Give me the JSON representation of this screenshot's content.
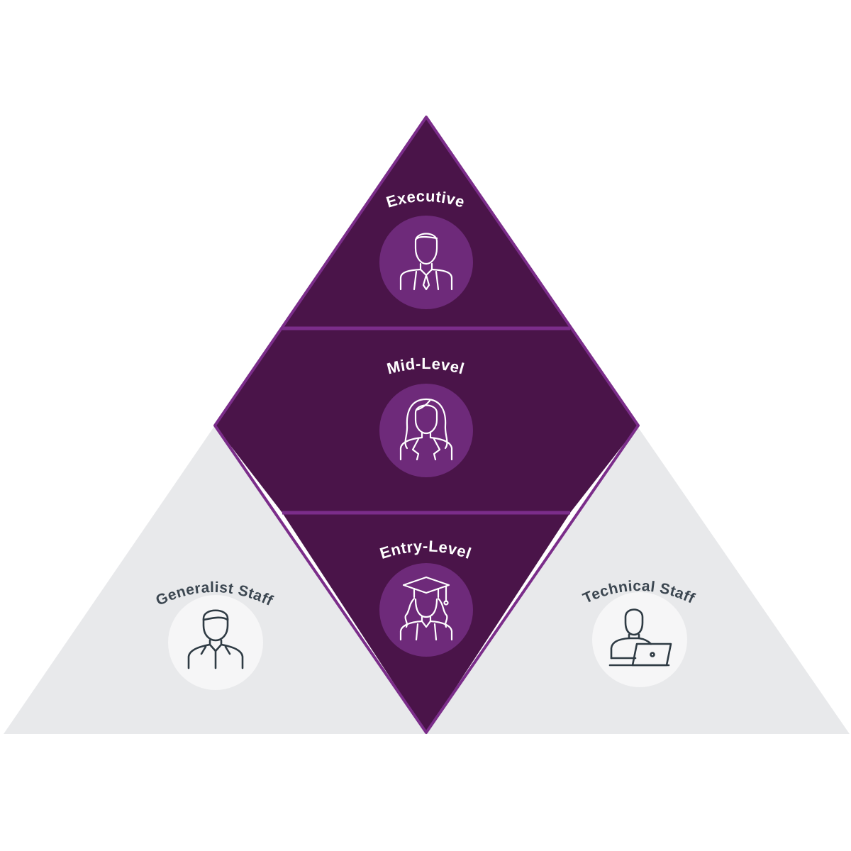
{
  "tiers": {
    "executive": {
      "label": "Executive"
    },
    "mid_level": {
      "label": "Mid-Level"
    },
    "entry_level": {
      "label": "Entry-Level"
    }
  },
  "sides": {
    "generalist": {
      "label": "Generalist Staff"
    },
    "technical": {
      "label": "Technical Staff"
    }
  },
  "colors": {
    "tier_fill": "#4a1449",
    "tier_border": "#7b2d8a",
    "icon_circle": "#6e2a7a",
    "side_fill": "#e8e9eb",
    "side_circle": "#f6f6f7",
    "side_text": "#3b4650"
  },
  "icons": {
    "executive": "executive-person-icon",
    "mid_level": "woman-professional-icon",
    "entry_level": "graduate-icon",
    "generalist": "person-icon",
    "technical": "person-laptop-icon"
  }
}
